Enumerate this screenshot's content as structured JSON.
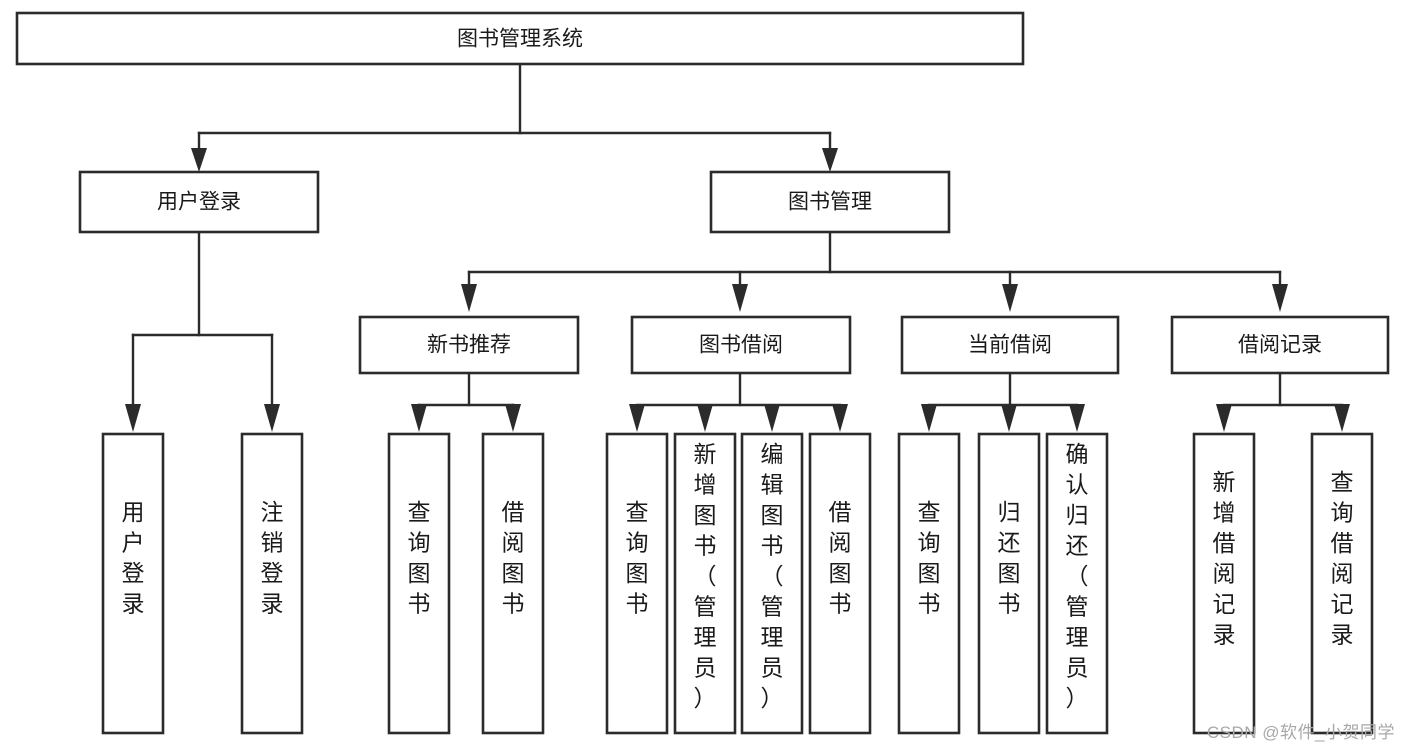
{
  "diagram": {
    "type": "tree",
    "title": "图书管理系统",
    "orientation": "top-down",
    "root": {
      "id": "root",
      "label": "图书管理系统",
      "text_orientation": "horizontal"
    },
    "level2": [
      {
        "id": "user-login",
        "label": "用户登录",
        "text_orientation": "horizontal"
      },
      {
        "id": "book-manage",
        "label": "图书管理",
        "text_orientation": "horizontal"
      }
    ],
    "level3": [
      {
        "id": "new-book-rec",
        "label": "新书推荐",
        "parent": "book-manage",
        "text_orientation": "horizontal"
      },
      {
        "id": "book-borrow",
        "label": "图书借阅",
        "parent": "book-manage",
        "text_orientation": "horizontal"
      },
      {
        "id": "current-borrow",
        "label": "当前借阅",
        "parent": "book-manage",
        "text_orientation": "horizontal"
      },
      {
        "id": "borrow-record",
        "label": "借阅记录",
        "parent": "book-manage",
        "text_orientation": "horizontal"
      }
    ],
    "leaves": [
      {
        "id": "leaf-user-login",
        "label": "用户登录",
        "parent": "user-login",
        "text_orientation": "vertical"
      },
      {
        "id": "leaf-logout",
        "label": "注销登录",
        "parent": "user-login",
        "text_orientation": "vertical"
      },
      {
        "id": "leaf-query-book-1",
        "label": "查询图书",
        "parent": "new-book-rec",
        "text_orientation": "vertical"
      },
      {
        "id": "leaf-borrow-book-1",
        "label": "借阅图书",
        "parent": "new-book-rec",
        "text_orientation": "vertical"
      },
      {
        "id": "leaf-query-book-2",
        "label": "查询图书",
        "parent": "book-borrow",
        "text_orientation": "vertical"
      },
      {
        "id": "leaf-add-book",
        "label": "新增图书（管理员）",
        "parent": "book-borrow",
        "text_orientation": "vertical"
      },
      {
        "id": "leaf-edit-book",
        "label": "编辑图书（管理员）",
        "parent": "book-borrow",
        "text_orientation": "vertical"
      },
      {
        "id": "leaf-borrow-book-2",
        "label": "借阅图书",
        "parent": "book-borrow",
        "text_orientation": "vertical"
      },
      {
        "id": "leaf-query-book-3",
        "label": "查询图书",
        "parent": "current-borrow",
        "text_orientation": "vertical"
      },
      {
        "id": "leaf-return-book",
        "label": "归还图书",
        "parent": "current-borrow",
        "text_orientation": "vertical"
      },
      {
        "id": "leaf-confirm-return",
        "label": "确认归还（管理员）",
        "parent": "current-borrow",
        "text_orientation": "vertical"
      },
      {
        "id": "leaf-add-record",
        "label": "新增借阅记录",
        "parent": "borrow-record",
        "text_orientation": "vertical"
      },
      {
        "id": "leaf-query-record",
        "label": "查询借阅记录",
        "parent": "borrow-record",
        "text_orientation": "vertical"
      }
    ],
    "colors": {
      "box_stroke": "#2b2b2b",
      "box_fill": "#ffffff",
      "edge": "#2b2b2b",
      "text": "#1a1a1a",
      "background": "#ffffff",
      "watermark": "#a8a8a8"
    }
  },
  "watermark": {
    "text": "CSDN @软件_小贺同学"
  }
}
